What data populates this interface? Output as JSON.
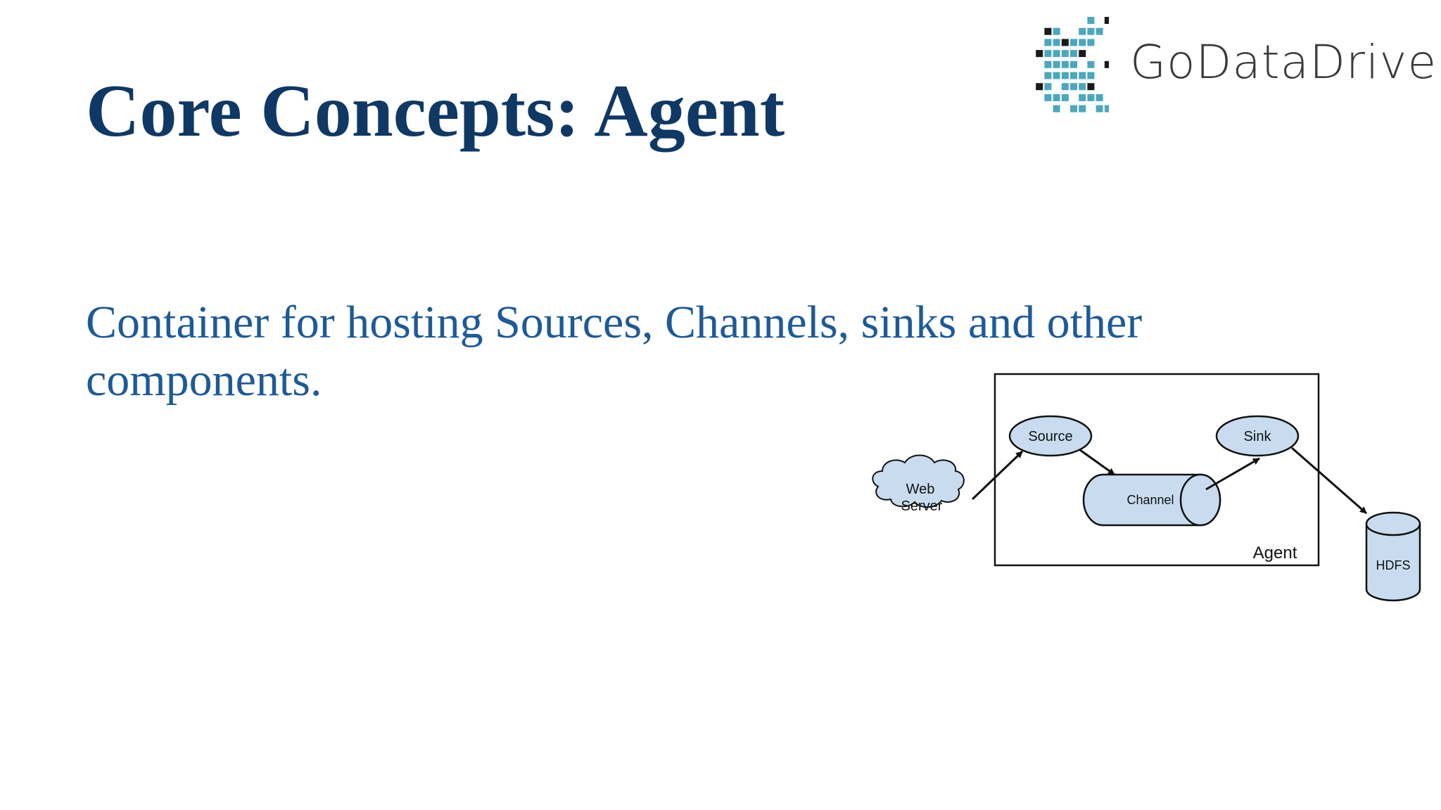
{
  "slide": {
    "title": "Core Concepts: Agent",
    "body": "Container for hosting Sources, Channels, sinks and other components."
  },
  "logo": {
    "wordmark": "GoDataDriven",
    "colors": {
      "teal": "#4aa8bd",
      "dark": "#1a1a1a",
      "text": "#3a3a3a"
    }
  },
  "diagram": {
    "nodes": {
      "web_server": {
        "line1": "Web",
        "line2": "Server",
        "shape": "cloud"
      },
      "source": {
        "label": "Source",
        "shape": "ellipse"
      },
      "channel": {
        "label": "Channel",
        "shape": "cylinder"
      },
      "sink": {
        "label": "Sink",
        "shape": "ellipse"
      },
      "hdfs": {
        "label": "HDFS",
        "shape": "database"
      },
      "agent": {
        "label": "Agent",
        "shape": "container-box"
      }
    },
    "edges": [
      {
        "from": "web_server",
        "to": "source"
      },
      {
        "from": "source",
        "to": "channel"
      },
      {
        "from": "channel",
        "to": "sink"
      },
      {
        "from": "sink",
        "to": "hdfs"
      }
    ],
    "colors": {
      "node_fill": "#c9dcef",
      "node_stroke": "#111111"
    }
  },
  "colors": {
    "title": "#0f3865",
    "body": "#1d5a98",
    "background": "#ffffff"
  }
}
